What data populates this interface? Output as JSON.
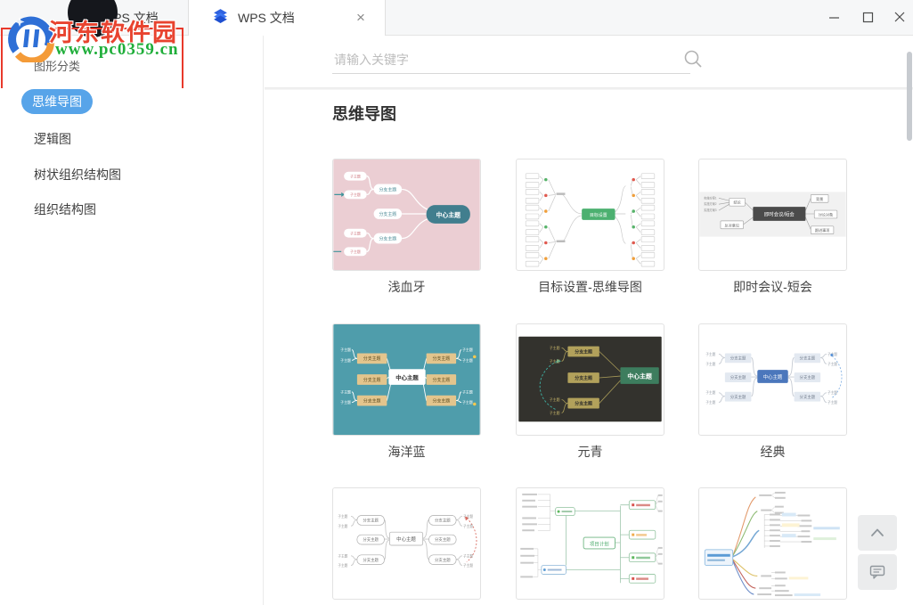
{
  "window": {
    "tabs": [
      {
        "label": "WPS 文档",
        "active": false
      },
      {
        "label": "WPS 文档",
        "active": true
      }
    ],
    "icons": {
      "minimize": "minimize-line",
      "maximize": "maximize-square",
      "close": "close-x",
      "tab_close": "close-x",
      "search": "magnifier",
      "scroll_top": "chevron-up",
      "feedback": "comment-bubble"
    }
  },
  "watermark": {
    "site_name": "河东软件园",
    "url": "www.pc0359.cn",
    "frame_color": "#e8392b",
    "name_color": "#e8432f",
    "url_color": "#1fae3a"
  },
  "sidebar": {
    "section_title": "图形分类",
    "items": [
      {
        "label": "思维导图",
        "active": true
      },
      {
        "label": "逻辑图",
        "active": false
      },
      {
        "label": "树状组织结构图",
        "active": false
      },
      {
        "label": "组织结构图",
        "active": false
      }
    ]
  },
  "search": {
    "placeholder": "请输入关键字"
  },
  "main": {
    "heading": "思维导图",
    "cards": [
      {
        "caption": "浅血牙"
      },
      {
        "caption": "目标设置-思维导图"
      },
      {
        "caption": "即时会议-短会"
      },
      {
        "caption": "海洋蓝"
      },
      {
        "caption": "元青"
      },
      {
        "caption": "经典"
      }
    ]
  },
  "labels": {
    "center": "中心主题",
    "branch": "分支主题",
    "sub": "子主题",
    "goal_center": "目标设置",
    "project_center": "项目计划",
    "meeting": {
      "center": "即时会议/短会",
      "conclusion": "结论",
      "objection": "反对意见",
      "plans": [
        "实施方案1",
        "实施方案2",
        "实施方案3"
      ],
      "right": [
        "背景",
        "讨论对象",
        "跟进事项"
      ]
    }
  },
  "colors": {
    "accent_blue": "#57a4e9",
    "card_blood_bg": "#ebced3",
    "card_blood_node": "#417e8e",
    "card_goal_node": "#4cb070",
    "card_meeting_node": "#4b4b4b",
    "card_ocean_bg": "#4f9dab",
    "card_ocean_branch": "#e3c58d",
    "card_dark_bg": "#33322d",
    "card_dark_node": "#3d7d5e",
    "card_dark_branch": "#b2a15b",
    "card_classic_node": "#4b77bc"
  }
}
